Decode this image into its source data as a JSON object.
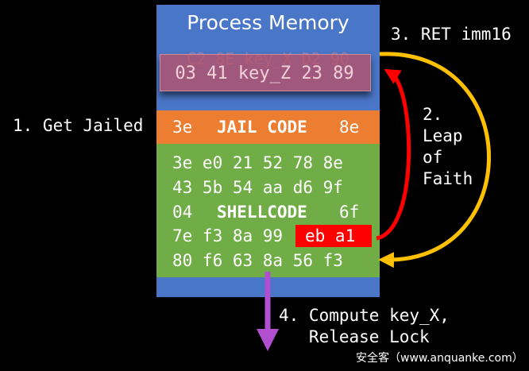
{
  "memory": {
    "title": "Process Memory",
    "key_ghost": "C2 8E key_X D2 90",
    "key_row": "03 41 key_Z 23 89",
    "jail": {
      "left": "3e",
      "label": "JAIL CODE",
      "right": "8e"
    },
    "shellcode": {
      "row1": "3e e0 21 52 78 8e",
      "row2": "43 5b 54 aa d6 9f",
      "row3_left": "04",
      "row3_label": "SHELLCODE",
      "row3_right": "6f",
      "row4_plain": "7e f3 8a 99",
      "row4_highlight": "eb a1",
      "row5": "80 f6 63 8a 56 f3"
    }
  },
  "steps": {
    "step1": "1. Get Jailed",
    "step2_line1": "2.",
    "step2_line2": "Leap",
    "step2_line3": "of",
    "step2_line4": "Faith",
    "step3": "3. RET imm16",
    "step4_line1": "4. Compute key_X,",
    "step4_line2": "   Release Lock"
  },
  "watermark": "安全客（www.anquanke.com）",
  "colors": {
    "background": "#000000",
    "memory_blue": "#4a76c8",
    "jail_orange": "#ed7d31",
    "shellcode_green": "#70ad47",
    "highlight_red": "#ff0000",
    "arrow_red": "#ff0000",
    "arrow_yellow": "#ffc000",
    "arrow_purple": "#b04fd0"
  }
}
